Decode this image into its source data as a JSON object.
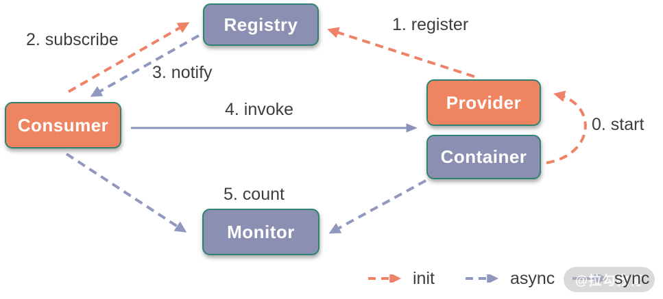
{
  "diagram": {
    "nodes": [
      {
        "id": "registry",
        "label": "Registry",
        "fill": "purple"
      },
      {
        "id": "consumer",
        "label": "Consumer",
        "fill": "orange"
      },
      {
        "id": "provider",
        "label": "Provider",
        "fill": "orange"
      },
      {
        "id": "container",
        "label": "Container",
        "fill": "purple"
      },
      {
        "id": "monitor",
        "label": "Monitor",
        "fill": "purple"
      }
    ],
    "edges": [
      {
        "id": "start",
        "label": "0. start",
        "from": "container",
        "to": "provider",
        "style": "init"
      },
      {
        "id": "register",
        "label": "1. register",
        "from": "provider",
        "to": "registry",
        "style": "init"
      },
      {
        "id": "subscribe",
        "label": "2. subscribe",
        "from": "consumer",
        "to": "registry",
        "style": "init"
      },
      {
        "id": "notify",
        "label": "3. notify",
        "from": "registry",
        "to": "consumer",
        "style": "async"
      },
      {
        "id": "invoke",
        "label": "4. invoke",
        "from": "consumer",
        "to": "provider",
        "style": "sync"
      },
      {
        "id": "count",
        "label": "5. count",
        "from": "consumer",
        "to": "monitor",
        "style": "async"
      },
      {
        "id": "report",
        "label": "",
        "from": "container",
        "to": "monitor",
        "style": "async"
      }
    ],
    "legend": {
      "items": [
        {
          "label": "init",
          "line": "dashed",
          "color": "#EE8166"
        },
        {
          "label": "async",
          "line": "dashed",
          "color": "#9098BF"
        },
        {
          "label": "sync",
          "line": "solid",
          "color": "#8A92B8"
        }
      ]
    },
    "watermark": {
      "text": "@拉勾教育"
    },
    "colors": {
      "node_orange": "#EF8461",
      "node_purple": "#8B90B3",
      "node_border": "#2E8272",
      "arrow_init": "#EE8166",
      "arrow_async": "#9098BF",
      "arrow_sync": "#8A92B8",
      "label_text": "#3D3D3D"
    }
  }
}
